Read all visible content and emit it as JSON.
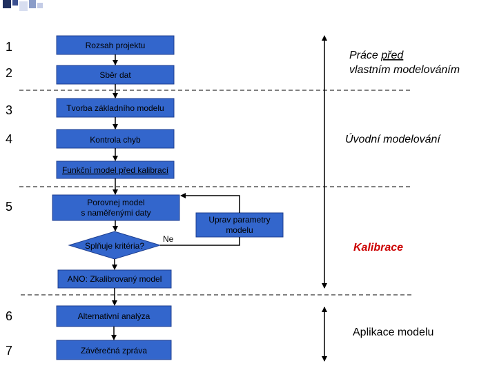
{
  "colors": {
    "box": "#3366cc",
    "accent_red": "#cc0000",
    "bullet_dark": "#1f2f5f",
    "bullet_light": "#d8def0"
  },
  "steps": [
    {
      "number": "1",
      "label": "Rozsah projektu"
    },
    {
      "number": "2",
      "label": "Sběr dat"
    },
    {
      "number": "3",
      "label": "Tvorba základního modelu"
    },
    {
      "number": "4",
      "label": "Kontrola chyb"
    },
    {
      "number": "5",
      "label_line1": "Porovnej model",
      "label_line2": "s naměřenými daty"
    },
    {
      "number": "6",
      "label": "Alternativní analýza"
    },
    {
      "number": "7",
      "label": "Závěrečná zpráva"
    }
  ],
  "milestones": {
    "functional": "Funkční model před kalibrací",
    "calibrated": "ANO: Zkalibrovaný model"
  },
  "decision": {
    "label": "Splňuje  kritéria?",
    "no_label": "Ne"
  },
  "adjust": {
    "line1": "Uprav parametry",
    "line2": "modelu"
  },
  "phases": {
    "pre_line1_a": "Práce ",
    "pre_line1_b": "před",
    "pre_line2": "vlastním modelováním",
    "initial": "Úvodní modelování",
    "calibration": "Kalibrace",
    "application": "Aplikace modelu"
  }
}
